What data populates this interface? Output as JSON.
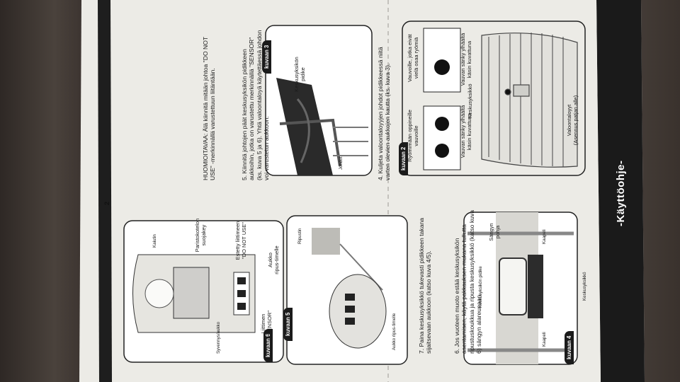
{
  "header": {
    "title": "-Käyttöohje-"
  },
  "page_number": "2",
  "figure2": {
    "tab": "kuvaan 2",
    "label_lights": "Valoontaloyyt\n(Asennus patjan alle)",
    "label_center": "Keskusyksikkö",
    "label_left_top": "Vauvan sänky ylhäältä\nkäsin kuvattuna",
    "label_right_top": "Vauvan sänky ylhäältä\nkäsin kuvattuna",
    "label_left_bottom": "Vauvoille, jotka eivät\nvielä osaa ryömiä",
    "label_right_bottom": "Ryömimään oppineille\nvauvoille"
  },
  "step4": {
    "text": "4. Kuljeta valoontaloyyjen johdot pidikkeessä niitä varten olevien aukkojen kautta (ks. kuva 3)."
  },
  "figure3": {
    "tab": "kuvaan 3",
    "label_holder": "Keskusyksikön\npidike",
    "label_post": "Johdot"
  },
  "step5": {
    "text": "5. Kiinnitä johtojen päät keskusyksikön pidikkeen aukkoihin, jotka on varustettu merkinnällä \"SENSOR\" (ks. kuva 5 ja 6). Yhtä valoontaloyä käytettäessä johdon voi varustetun aukkoon.",
    "warning": "HUOMIOITAVAA: Älä kiinnitä mitään johtoa \"DO NOT USE\" -merkinnällä varustettuun liitäntään."
  },
  "step6": {
    "text": "6. Jos vuoteen muoto estää keskusyksikön asentamisen, käytä pakkauksen mukana tullutta ripustuskoukkua ja ripusta keskusyksikkö (katso kuva 6) sängyn alareunaan."
  },
  "step7": {
    "text": "7. Paina keskusyksikkö tukevasti pidikkeen takana sijaitsevaan aukkoon (katso kuva 4/5)."
  },
  "figure4": {
    "tab": "kuvaan 4",
    "label_cable_left": "Kaapeli",
    "label_cable_right": "Kaapeli",
    "label_bottom": "Sängyn\npohja",
    "label_unit": "Keskusyksikkö",
    "label_holder": "Keskusyksikön pidike"
  },
  "figure5": {
    "tab": "kuvaan 5",
    "label_hook": "Ripustin",
    "label_opening": "Aukko ripus-timelle"
  },
  "figure6": {
    "tab": "kuvaan 6",
    "label_opening": "Aukko\nripus-timelle",
    "label_sensor": "Liittimen\n\"SENSOR\"",
    "label_donotuse": "Estetty liittimeen\n\"DO NOT USE\"",
    "label_battery": "Paristokotelon\nsuojakey",
    "label_power": "Syvennys/aukko",
    "label_speaker": "Kaiutin"
  }
}
